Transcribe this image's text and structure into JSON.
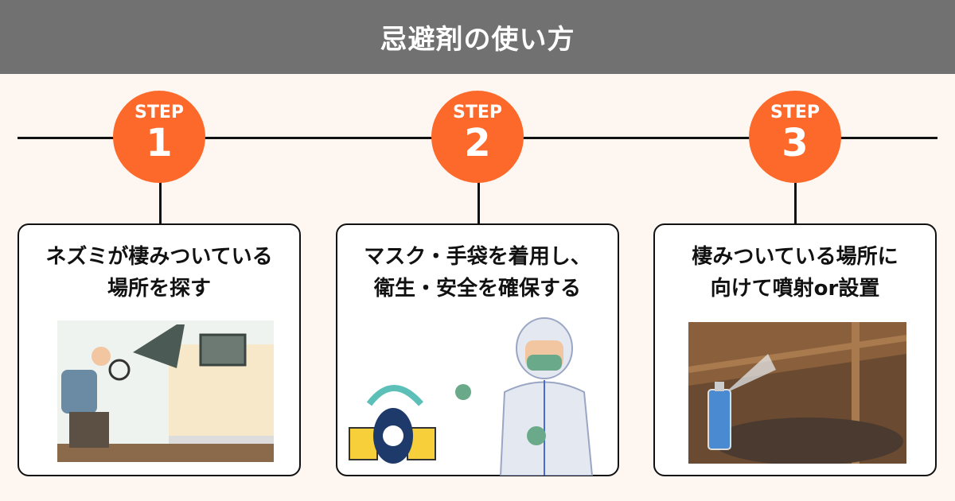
{
  "header": {
    "title": "忌避剤の使い方"
  },
  "steps": [
    {
      "label": "STEP",
      "number": "1",
      "line1": "ネズミが棲みついている",
      "line2": "場所を探す",
      "illustration": "man-with-magnifier-house"
    },
    {
      "label": "STEP",
      "number": "2",
      "line1": "マスク・手袋を着用し、",
      "line2": "衛生・安全を確保する",
      "illustration": "protective-suit-mask"
    },
    {
      "label": "STEP",
      "number": "3",
      "line1": "棲みついている場所に",
      "line2": "向けて噴射or設置",
      "illustration": "spray-attic"
    }
  ],
  "colors": {
    "accent": "#fd692b",
    "header": "#717171",
    "background": "#fef7f1"
  }
}
